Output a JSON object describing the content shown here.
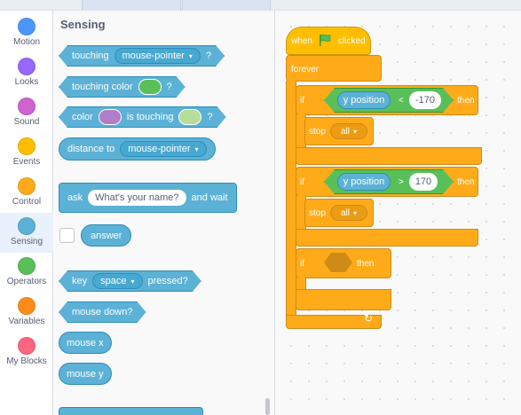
{
  "categories": [
    {
      "label": "Motion",
      "color": "#4c97ff"
    },
    {
      "label": "Looks",
      "color": "#9966ff"
    },
    {
      "label": "Sound",
      "color": "#cf63cf"
    },
    {
      "label": "Events",
      "color": "#ffbf00"
    },
    {
      "label": "Control",
      "color": "#ffab19"
    },
    {
      "label": "Sensing",
      "color": "#5cb1d6"
    },
    {
      "label": "Operators",
      "color": "#59c059"
    },
    {
      "label": "Variables",
      "color": "#ff8c1a"
    },
    {
      "label": "My Blocks",
      "color": "#ff6680"
    }
  ],
  "active_category": "Sensing",
  "palette": {
    "title": "Sensing",
    "touching": {
      "label": "touching",
      "option": "mouse-pointer",
      "suffix": "?"
    },
    "touching_color": {
      "label": "touching color",
      "suffix": "?",
      "swatch": "#59c059"
    },
    "color_touching": {
      "label": "color",
      "middle": "is touching",
      "suffix": "?",
      "swatch1": "#b07fc8",
      "swatch2": "#b7dc9b"
    },
    "distance_to": {
      "label": "distance to",
      "option": "mouse-pointer"
    },
    "ask": {
      "label": "ask",
      "input": "What's your name?",
      "suffix": "and wait"
    },
    "answer": {
      "label": "answer"
    },
    "key_pressed": {
      "label": "key",
      "option": "space",
      "suffix": "pressed?"
    },
    "mouse_down": {
      "label": "mouse down?"
    },
    "mouse_x": {
      "label": "mouse x"
    },
    "mouse_y": {
      "label": "mouse y"
    }
  },
  "script": {
    "hat": {
      "label_when": "when",
      "label_clicked": "clicked",
      "flag_color": "#4cbf56"
    },
    "forever": {
      "label": "forever"
    },
    "if1": {
      "if": "if",
      "reporter": "y position",
      "op": "<",
      "value": "-170",
      "then": "then",
      "stop": "stop",
      "stop_option": "all"
    },
    "if2": {
      "if": "if",
      "reporter": "y position",
      "op": ">",
      "value": "170",
      "then": "then",
      "stop": "stop",
      "stop_option": "all"
    },
    "if3": {
      "if": "if",
      "then": "then"
    }
  },
  "icons": {
    "dropdown": "▾",
    "loop_arrow": "↻"
  }
}
